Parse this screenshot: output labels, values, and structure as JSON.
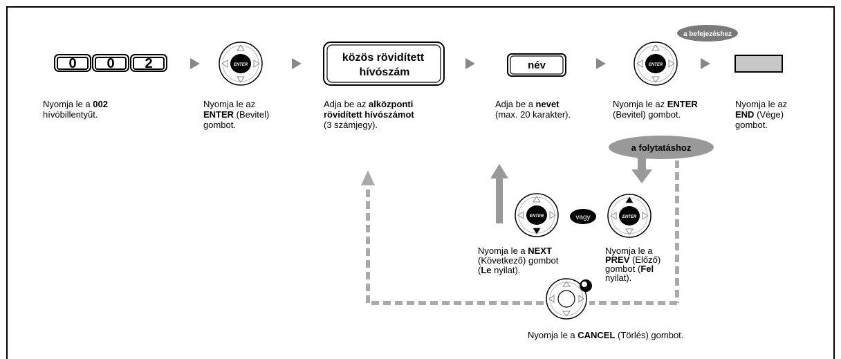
{
  "keys": {
    "digits": [
      "0",
      "0",
      "2"
    ],
    "enter_label": "ENTER",
    "speed_dial_label_line1": "közös rövidített",
    "speed_dial_label_line2": "hívószám",
    "name_label": "név",
    "to_finish_badge": "a befejezéshez",
    "to_continue_badge": "a folytatáshoz",
    "or_badge": "vagy"
  },
  "steps": {
    "s1": {
      "t1": "Nyomja le a ",
      "b1": "002",
      "t2": "hívóbillentyűt."
    },
    "s2": {
      "t1": "Nyomja le az",
      "b1": "ENTER",
      "t2": " (Bevitel)",
      "t3": "gombot."
    },
    "s3": {
      "t1": "Adja be az ",
      "b1": "alközponti",
      "b2": "rövidített hívószámot",
      "t2": "(3 számjegy)."
    },
    "s4": {
      "t1": "Adja be a ",
      "b1": "nevet",
      "t2": "(max. 20 karakter)."
    },
    "s5": {
      "t1": "Nyomja le az ",
      "b1": "ENTER",
      "t2": "(Bevitel) gombot."
    },
    "s6": {
      "t1": "Nyomja le az",
      "b1": "END",
      "t2": " (Vége)",
      "t3": "gombot."
    }
  },
  "sub": {
    "next": {
      "t1": "Nyomja le a ",
      "b1": "NEXT",
      "t2": "(Következő) gombot",
      "t3": "(",
      "b2": "Le",
      "t4": " nyilat)."
    },
    "prev": {
      "t1": "Nyomja le a",
      "b1": "PREV",
      "t2": " (Előző)",
      "t3": "gombot (",
      "b2": "Fel",
      "t4": "nyilat)."
    },
    "cancel": {
      "t1": "Nyomja le a ",
      "b1": "CANCEL",
      "t2": " (Törlés) gombot."
    }
  }
}
